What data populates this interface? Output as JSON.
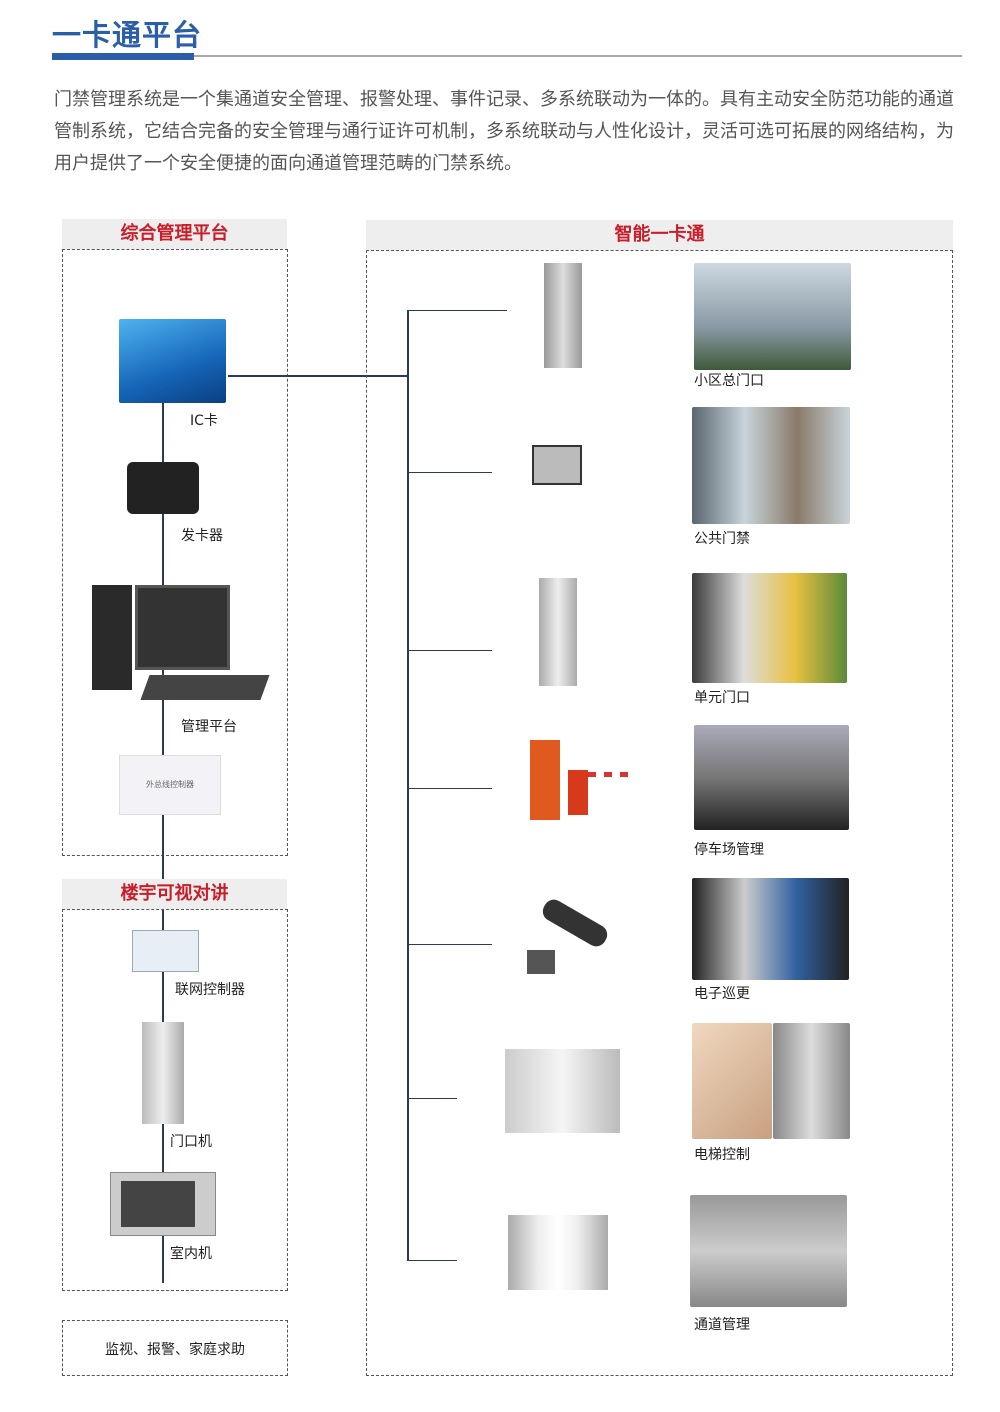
{
  "header": {
    "title": "一卡通平台",
    "intro": "门禁管理系统是一个集通道安全管理、报警处理、事件记录、多系统联动为一体的。具有主动安全防范功能的通道管制系统，它结合完备的安全管理与通行证许可机制，多系统联动与人性化设计，灵活可选可拓展的网络结构，为用户提供了一个安全便捷的面向通道管理范畴的门禁系统。"
  },
  "left": {
    "platform_title": "综合管理平台",
    "platform_items": [
      {
        "label": "IC卡"
      },
      {
        "label": "发卡器"
      },
      {
        "label": "管理平台"
      }
    ],
    "controller_text": "外总线控制器",
    "intercom_title": "楼宇可视对讲",
    "intercom_items": [
      {
        "label": "联网控制器"
      },
      {
        "label": "门口机"
      },
      {
        "label": "室内机"
      }
    ],
    "bottom": "监视、报警、家庭求助"
  },
  "right": {
    "title": "智能一卡通",
    "items": [
      {
        "label": "小区总门口"
      },
      {
        "label": "公共门禁"
      },
      {
        "label": "单元门口"
      },
      {
        "label": "停车场管理"
      },
      {
        "label": "电子巡更"
      },
      {
        "label": "电梯控制"
      },
      {
        "label": "通道管理"
      }
    ]
  },
  "colors": {
    "brand": "#2a5ea8",
    "heading_red": "#c81e2a"
  }
}
